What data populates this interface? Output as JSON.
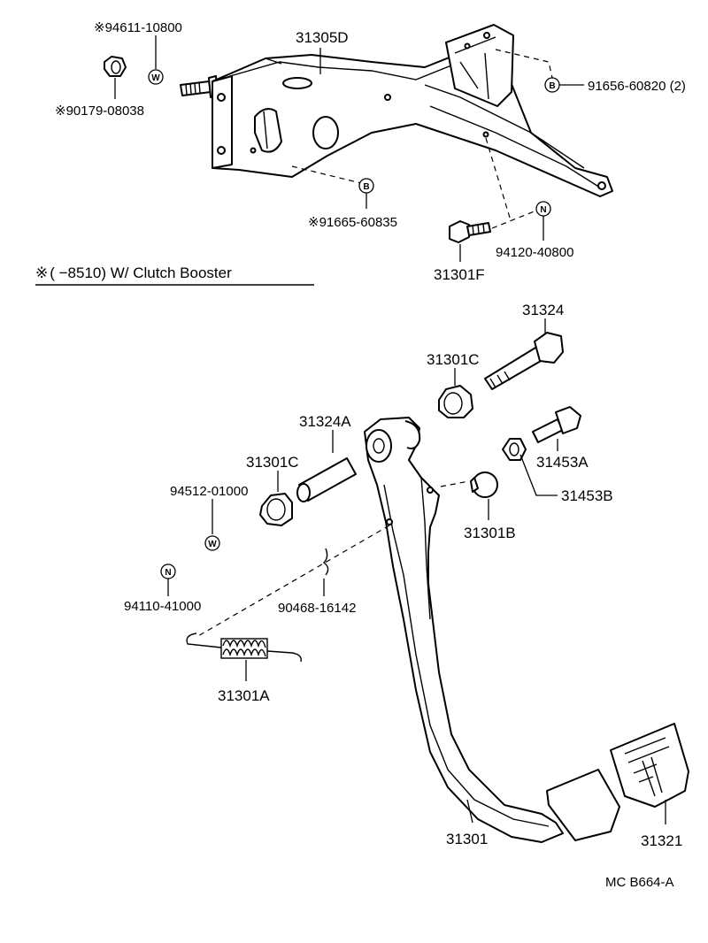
{
  "header_note": {
    "mark": "※",
    "text": "(       −8510) W/ Clutch Booster"
  },
  "badges": {
    "W": "W",
    "N": "N",
    "B": "B"
  },
  "labels": {
    "p94611": "※94611-10800",
    "p90179": "※90179-08038",
    "p31305D": "31305D",
    "p91656": "91656-60820 (2)",
    "p91665": "※91665-60835",
    "p94120": "94120-40800",
    "p31301F": "31301F",
    "p31324": "31324",
    "p31301C_top": "31301C",
    "p31324A": "31324A",
    "p31301C_left": "31301C",
    "p94512": "94512-01000",
    "p31453A": "31453A",
    "p31453B": "31453B",
    "p31301B": "31301B",
    "p94110": "94110-41000",
    "p90468": "90468-16142",
    "p31301A": "31301A",
    "p31301": "31301",
    "p31321": "31321"
  },
  "footer_code": "MC  B664-A"
}
